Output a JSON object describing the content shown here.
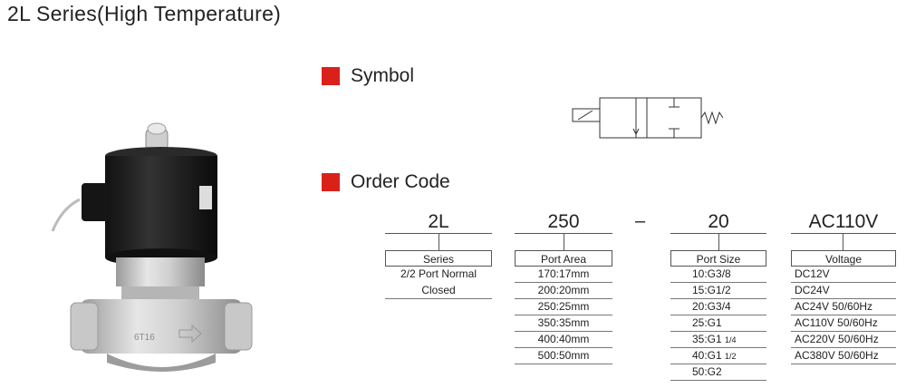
{
  "title": "2L Series(High Temperature)",
  "symbol_section": {
    "label": "Symbol"
  },
  "order_section": {
    "label": "Order Code"
  },
  "order_code": {
    "parts": [
      {
        "code": "2L",
        "header": "Series",
        "options": [
          "2/2 Port Normal",
          "Closed"
        ]
      },
      {
        "code": "250",
        "header": "Port Area",
        "options": [
          "170:17mm",
          "200:20mm",
          "250:25mm",
          "350:35mm",
          "400:40mm",
          "500:50mm"
        ]
      },
      {
        "code": "20",
        "header": "Port Size",
        "options": [
          {
            "main": "10:G3/8",
            "frac": ""
          },
          {
            "main": "15:G1/2",
            "frac": ""
          },
          {
            "main": "20:G3/4",
            "frac": ""
          },
          {
            "main": "25:G1",
            "frac": ""
          },
          {
            "main": "35:G1",
            "frac": "1/4"
          },
          {
            "main": "40:G1",
            "frac": "1/2"
          },
          {
            "main": "50:G2",
            "frac": ""
          }
        ]
      },
      {
        "code": "AC110V",
        "header": "Voltage",
        "options": [
          "DC12V",
          "DC24V",
          "AC24V 50/60Hz",
          "AC110V 50/60Hz",
          "AC220V 50/60Hz",
          "AC380V 50/60Hz"
        ]
      }
    ],
    "separator": "–"
  },
  "colors": {
    "accent": "#d9211a"
  },
  "product": {
    "casting_mark": "6T16"
  }
}
